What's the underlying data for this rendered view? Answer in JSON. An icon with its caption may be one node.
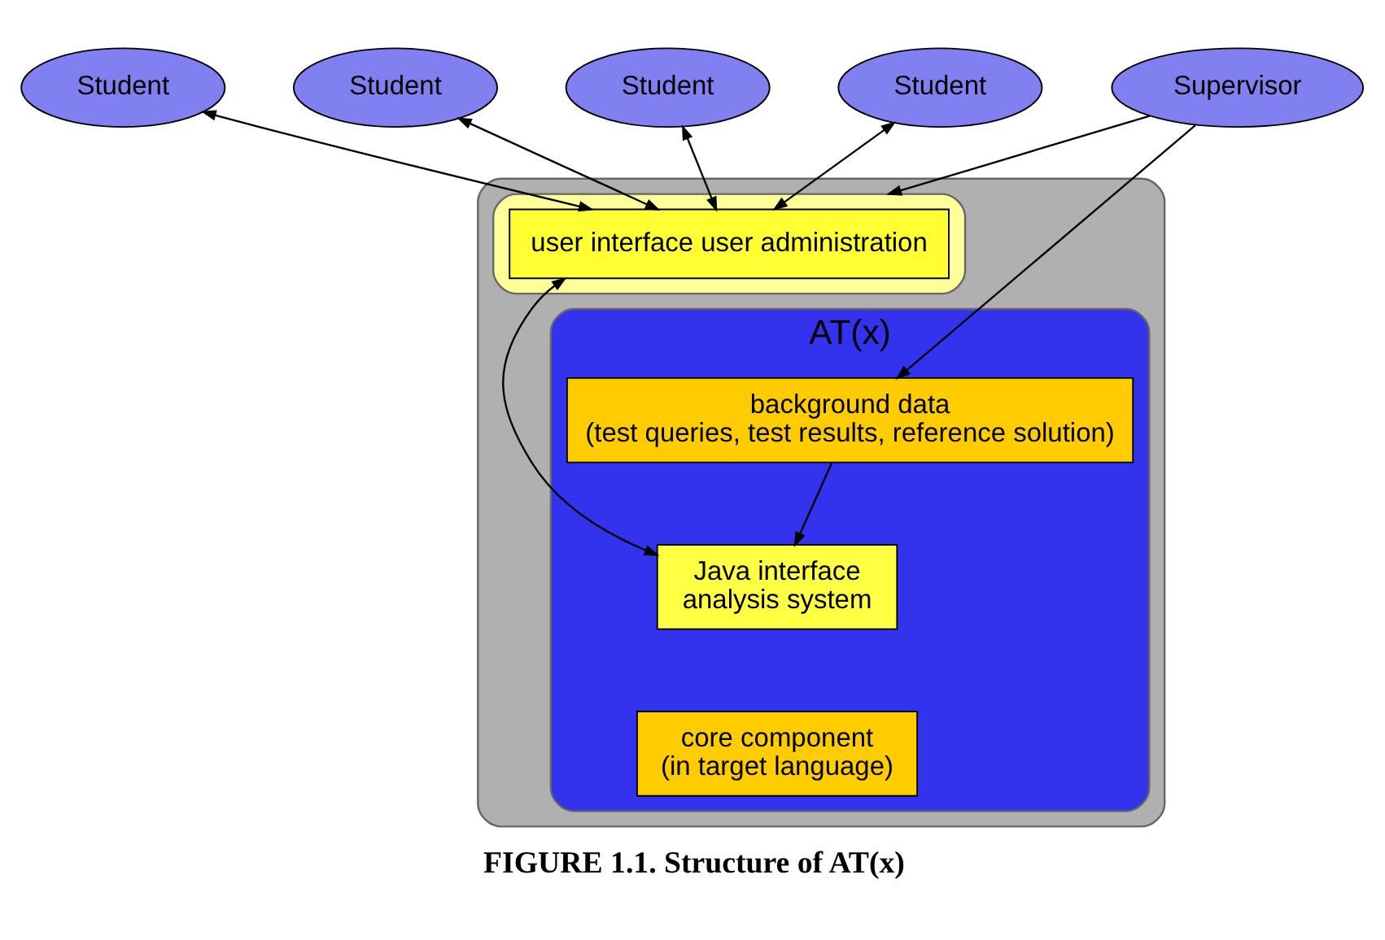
{
  "diagram": {
    "caption": "FIGURE 1.1. Structure of AT(x)",
    "nodes": [
      {
        "text": [
          "Student"
        ]
      },
      {
        "text": [
          "Student"
        ]
      },
      {
        "text": [
          "Student"
        ]
      },
      {
        "text": [
          "Student"
        ]
      },
      {
        "text": [],
        "shape": "box"
      },
      {
        "text": [],
        "shape": "box",
        "in": 4
      },
      {
        "text": [
          "user interface user administration"
        ],
        "in": 5
      },
      {
        "text": [
          "Supervisor"
        ]
      },
      {
        "text": [
          "AT(x)"
        ],
        "in": 4
      },
      {
        "text": [
          "background data",
          "(test queries, test results, reference solution)"
        ],
        "in": 8
      },
      {
        "text": [
          "Java interface",
          "analysis system"
        ],
        "in": 8
      },
      {
        "text": [
          "core component",
          "(in target language)"
        ],
        "in": 8
      }
    ],
    "edges": [
      {
        "from": 0,
        "to": 6,
        "arrow": "both"
      },
      {
        "from": 1,
        "to": 6,
        "arrow": "both"
      },
      {
        "from": 2,
        "to": 6,
        "arrow": "both"
      },
      {
        "from": 3,
        "to": 6,
        "arrow": "both"
      },
      {
        "from": 7,
        "to": 5,
        "arrow": "to"
      },
      {
        "from": 7,
        "to": 9,
        "arrow": "to"
      },
      {
        "from": 6,
        "to": 10,
        "arrow": "both"
      },
      {
        "from": 9,
        "to": 10,
        "arrow": "to"
      }
    ]
  }
}
